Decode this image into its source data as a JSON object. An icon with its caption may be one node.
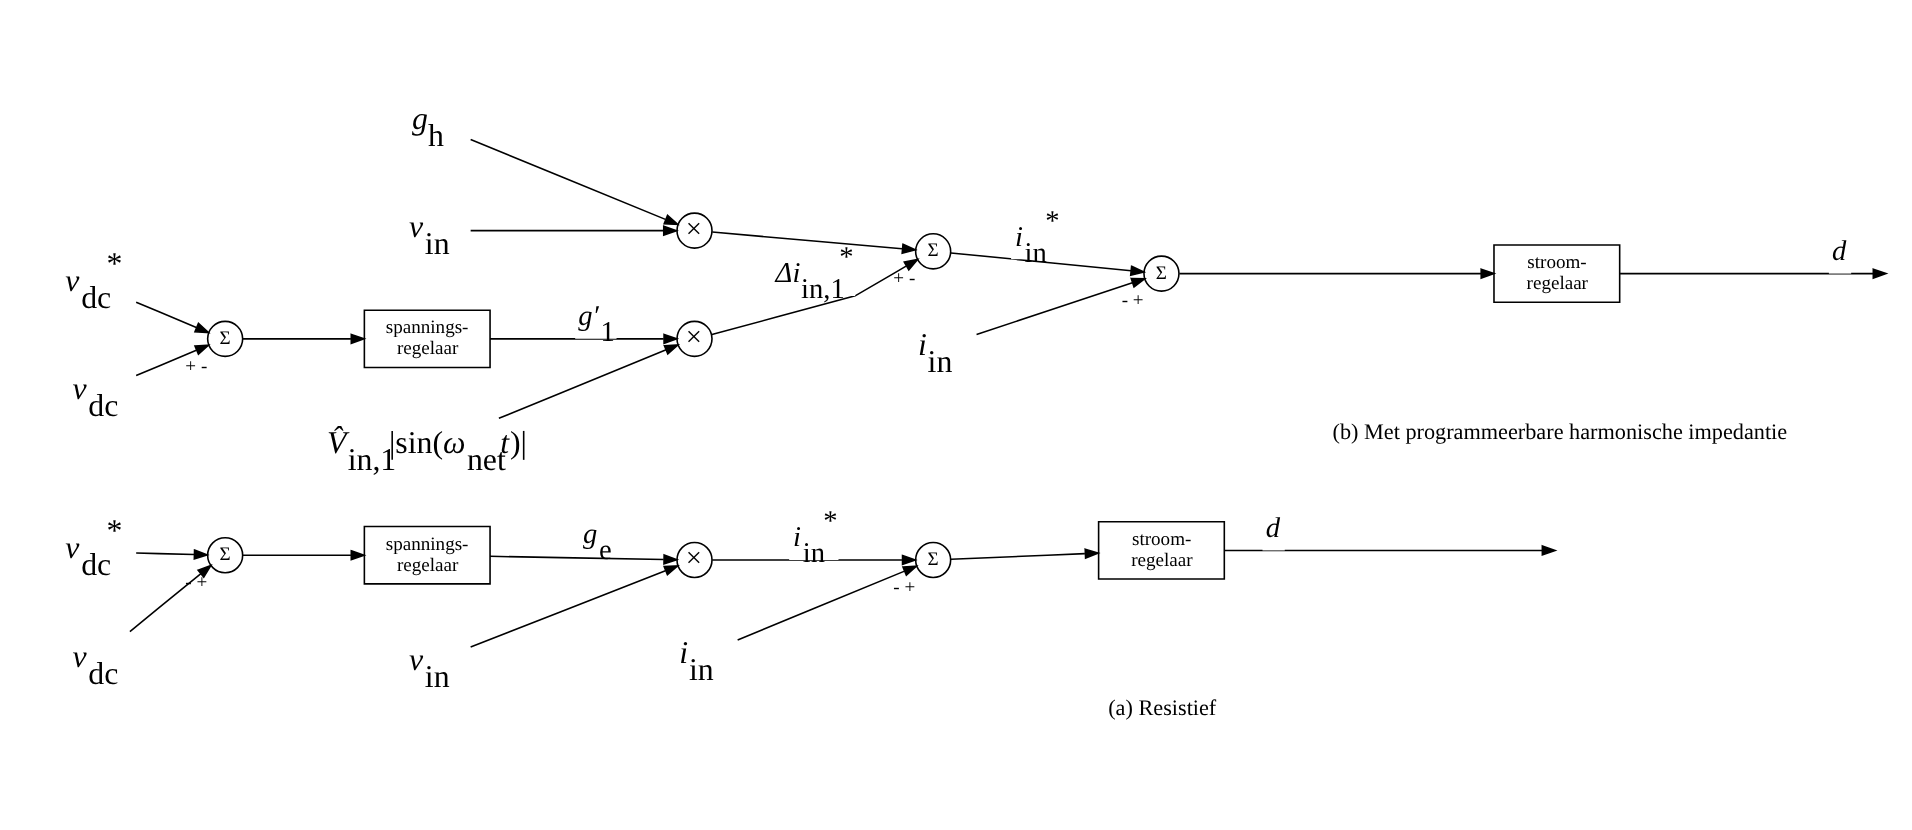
{
  "diagram": {
    "nodes": [
      {
        "text": [
          "*v*$_{dc}$$^{*}$"
        ]
      },
      {
        "text": [
          "*v*$_{dc}$"
        ]
      },
      {
        "text": [
          "Σ"
        ],
        "beside": [
          "-",
          "+"
        ]
      },
      {
        "text": [
          "spannings- regelaar"
        ]
      },
      {
        "text": [
          "*v*$_{in}$"
        ]
      },
      {
        "text": [
          "×"
        ]
      },
      {
        "text": [
          "*i*$_{in}$"
        ]
      },
      {
        "text": [
          "Σ"
        ],
        "beside": [
          "-",
          "+"
        ]
      },
      {
        "text": [
          "stroom- regelaar"
        ]
      },
      {
        "text": [
          "*v*$_{dc}$$^{*}$"
        ]
      },
      {
        "text": [
          "*v*$_{dc}$"
        ]
      },
      {
        "text": [
          "Σ"
        ],
        "beside": [
          "+",
          "-"
        ]
      },
      {
        "text": [
          "spannings- regelaar"
        ]
      },
      {
        "text": [
          "*g*$_{h}$"
        ]
      },
      {
        "text": [
          "*v*$_{in}$"
        ]
      },
      {
        "text": [
          "×"
        ]
      },
      {
        "text": [
          "Σ"
        ],
        "beside": [
          "+",
          "-"
        ]
      },
      {
        "text": [
          "×"
        ]
      },
      {
        "text": [
          "*V̂*$_{in,1}$|sin(*ω*$_{net}$*t*)|"
        ]
      },
      {
        "text": [
          "*i*$_{in}$"
        ]
      },
      {
        "text": [
          "Σ"
        ],
        "beside": [
          "-",
          "+"
        ]
      },
      {
        "text": [
          "stroom- regelaar"
        ]
      }
    ],
    "edges": [
      {
        "from": 0,
        "to": 2,
        "arrow": "to"
      },
      {
        "from": 1,
        "to": 2,
        "arrow": "to"
      },
      {
        "from": 2,
        "to": 3,
        "arrow": "to"
      },
      {
        "from": 3,
        "to": 5,
        "arrow": "to",
        "label": "*g*$_{e}$"
      },
      {
        "from": 4,
        "to": 5,
        "arrow": "to"
      },
      {
        "from": 5,
        "to": 7,
        "arrow": "to",
        "label": "*i*$_{in}$$^{*}$"
      },
      {
        "from": 6,
        "to": 7,
        "arrow": "to"
      },
      {
        "from": 7,
        "to": 8,
        "arrow": "to"
      },
      {
        "from": 8,
        "to": null,
        "arrow": "to",
        "label": "*d*"
      },
      {
        "from": 9,
        "to": 11,
        "arrow": "to"
      },
      {
        "from": 10,
        "to": 11,
        "arrow": "to"
      },
      {
        "from": 11,
        "to": 12,
        "arrow": "to"
      },
      {
        "from": 12,
        "to": 17,
        "arrow": "to",
        "label": "*g*′$_{1}$"
      },
      {
        "from": 13,
        "to": 15,
        "arrow": "to"
      },
      {
        "from": 14,
        "to": 15,
        "arrow": "to"
      },
      {
        "from": 15,
        "to": 16,
        "arrow": "to"
      },
      {
        "from": 17,
        "to": 16,
        "arrow": "to",
        "label": "*Δi*$_{in,1}$$^{*}$"
      },
      {
        "from": 18,
        "to": 17,
        "arrow": "to"
      },
      {
        "from": 16,
        "to": 20,
        "arrow": "to",
        "label": "*i*$_{in}$$^{*}$"
      },
      {
        "from": 19,
        "to": 20,
        "arrow": "to"
      },
      {
        "from": 20,
        "to": 21,
        "arrow": "to"
      },
      {
        "from": 21,
        "to": null,
        "arrow": "to",
        "label": "*d*"
      }
    ],
    "labels": [
      "(a) Resistief",
      "(b) Met programmeerbare harmonische impedantie"
    ]
  }
}
